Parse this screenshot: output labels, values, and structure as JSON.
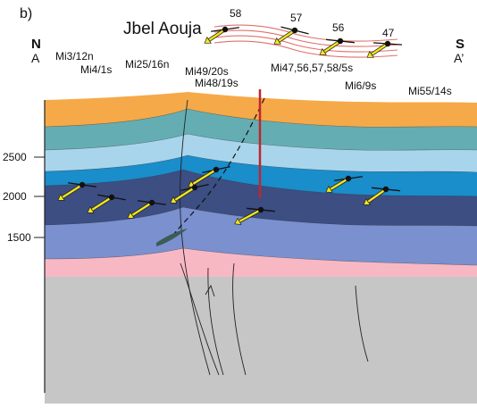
{
  "panel_label": "b)",
  "title": "Jbel Aouja",
  "orientation": {
    "left": {
      "cardinal": "N",
      "point": "A"
    },
    "right": {
      "cardinal": "S",
      "point": "A’"
    }
  },
  "sites": [
    "Mi3/12n",
    "Mi4/1s",
    "Mi25/16n",
    "Mi49/20s",
    "Mi48/19s",
    "Mi47,56,57,58/5s",
    "Mi6/9s",
    "Mi55/14s"
  ],
  "dip_labels": [
    "58",
    "57",
    "56",
    "47"
  ],
  "elevation_ticks": [
    "2500",
    "2000",
    "1500"
  ],
  "colors": {
    "layer_orange": "#f6a948",
    "layer_teal": "#64aeb3",
    "layer_lightblue": "#a9d5ec",
    "layer_blue": "#1a8dcb",
    "layer_navy": "#3c4e82",
    "layer_periwinkle": "#7a90cf",
    "layer_pink": "#f7b8c4",
    "basement_grey": "#c6c6c6",
    "arrow_yellow": "#f3e61b",
    "well_red": "#c0262e",
    "inset_lines": "#e0706a"
  },
  "icons": [
    "paleomagnetic-vector-icon",
    "borehole-icon",
    "fault-trace-icon"
  ]
}
